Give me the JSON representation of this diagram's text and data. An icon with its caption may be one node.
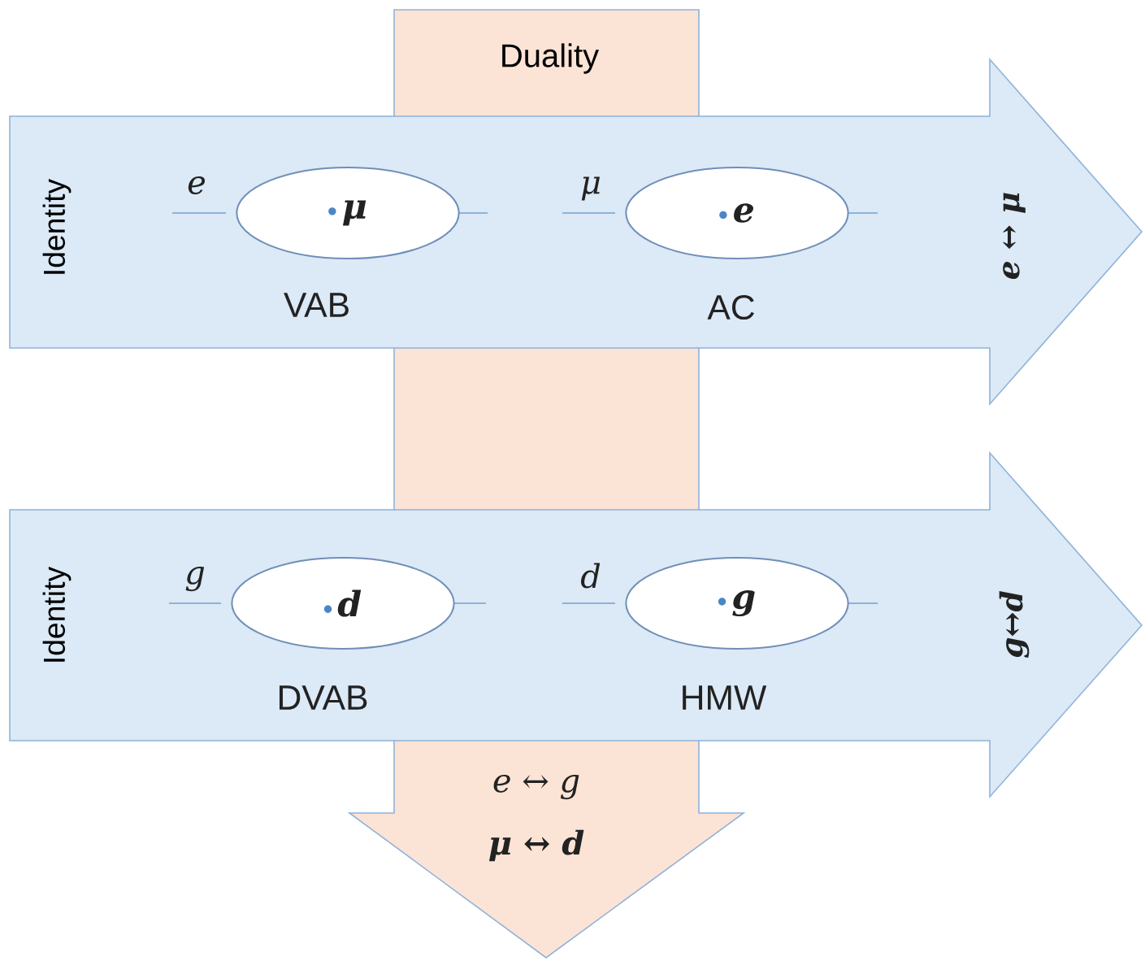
{
  "diagram": {
    "nodes": [
      {
        "text": [
          "Duality",
          "e ↔ g",
          "μ ↔ d"
        ]
      },
      {
        "text": [
          "Identity",
          "e ↔ μ"
        ]
      },
      {
        "text": [
          "μ"
        ],
        "in": 1
      },
      {
        "text": [
          "e"
        ],
        "in": 1
      },
      {
        "text": [
          "Identity",
          "g↔d"
        ]
      },
      {
        "text": [
          "d"
        ],
        "in": 4
      },
      {
        "text": [
          "g"
        ],
        "in": 4
      }
    ],
    "labels": [
      "e",
      "μ",
      "VAB",
      "AC",
      "g",
      "d",
      "DVAB",
      "HMW"
    ]
  }
}
